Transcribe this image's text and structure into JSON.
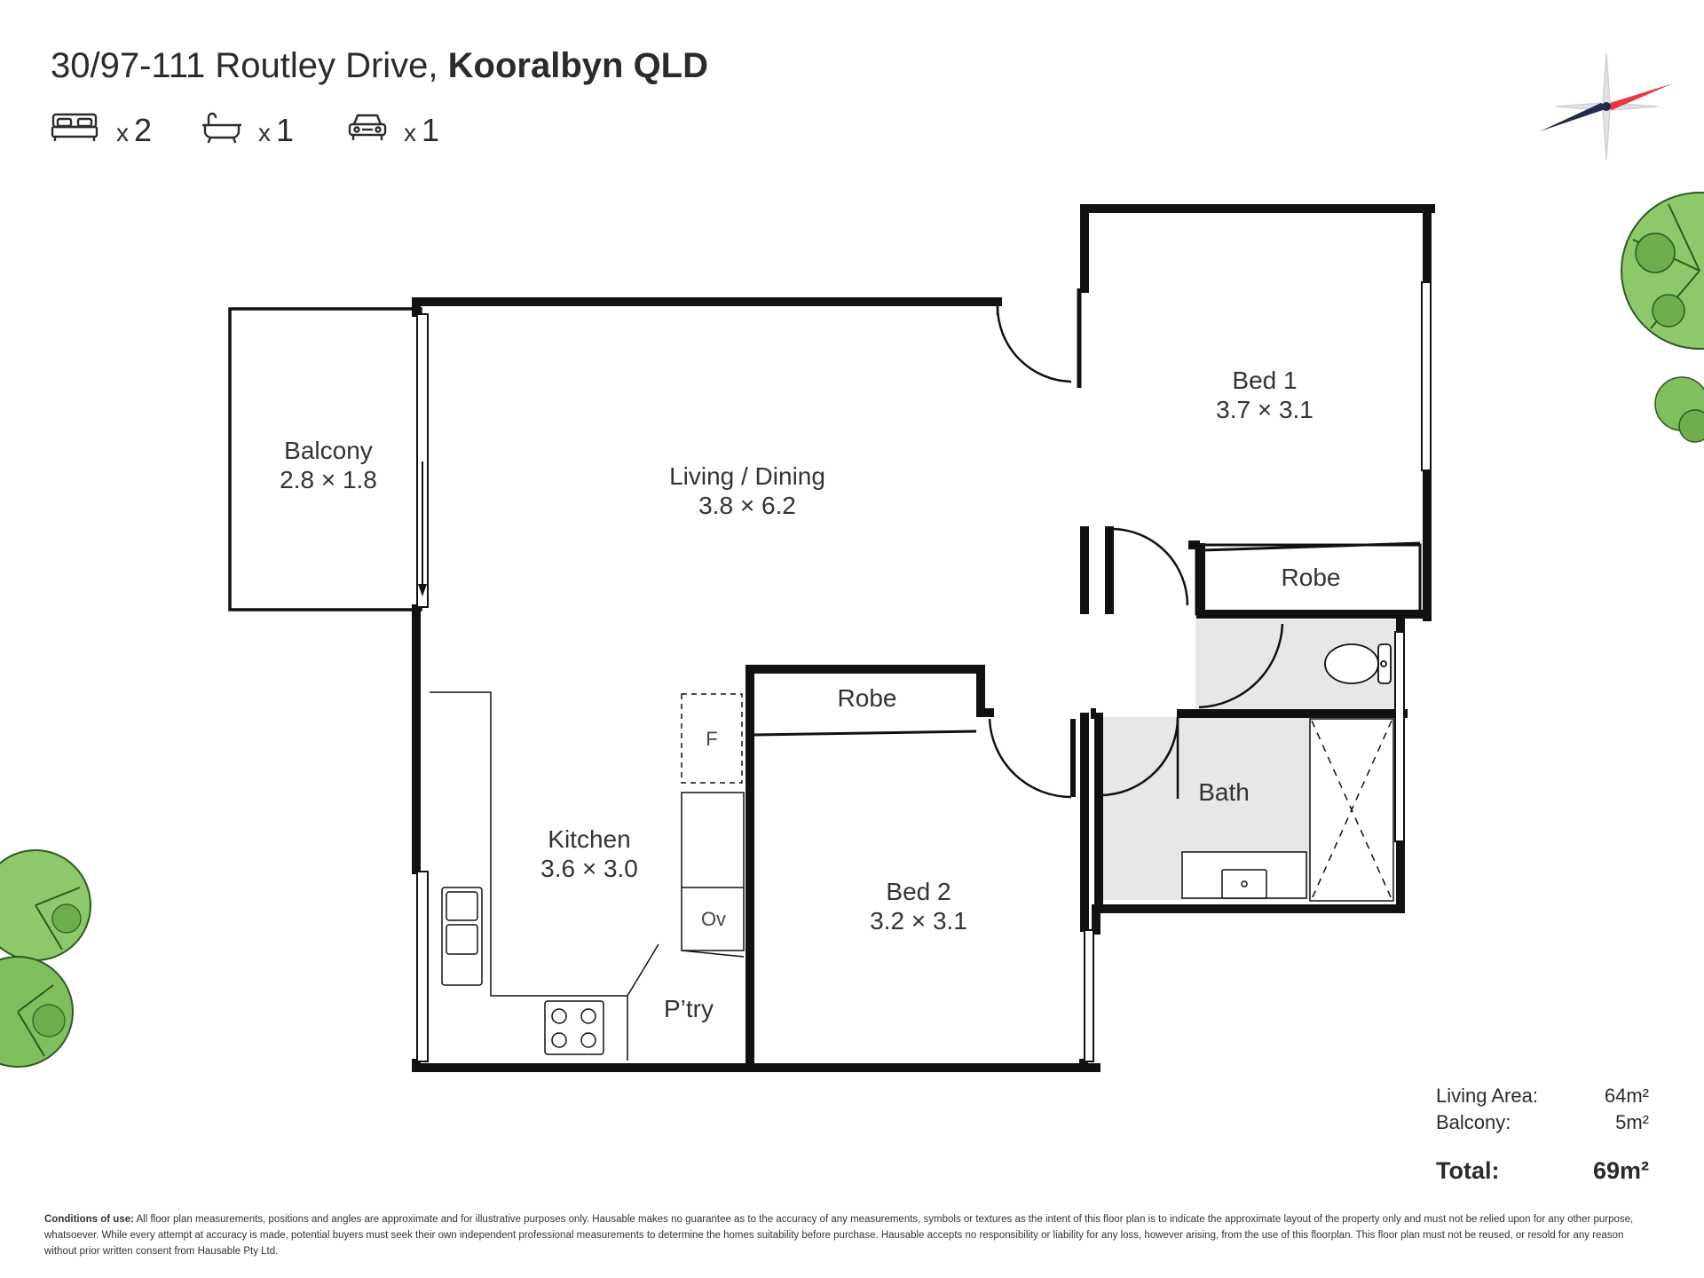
{
  "header": {
    "address_line": "30/97-111 Routley Drive,",
    "suburb": "Kooralbyn QLD"
  },
  "features": [
    {
      "icon": "bed-icon",
      "count": "2"
    },
    {
      "icon": "bath-icon",
      "count": "1"
    },
    {
      "icon": "car-icon",
      "count": "1"
    }
  ],
  "count_prefix": "x",
  "rooms": {
    "balcony": {
      "name": "Balcony",
      "dims": "2.8 × 1.8"
    },
    "living": {
      "name": "Living / Dining",
      "dims": "3.8 × 6.2"
    },
    "bed1": {
      "name": "Bed 1",
      "dims": "3.7 × 3.1"
    },
    "robe1": {
      "name": "Robe"
    },
    "robe2": {
      "name": "Robe"
    },
    "kitchen": {
      "name": "Kitchen",
      "dims": "3.6 × 3.0"
    },
    "bed2": {
      "name": "Bed 2",
      "dims": "3.2 × 3.1"
    },
    "bath": {
      "name": "Bath"
    },
    "pantry": {
      "name": "P’try"
    },
    "fridge": {
      "name": "F"
    },
    "oven": {
      "name": "Ov"
    }
  },
  "areas": {
    "living_label": "Living Area:",
    "living_value": "64m²",
    "balcony_label": "Balcony:",
    "balcony_value": "5m²",
    "total_label": "Total:",
    "total_value": "69m²"
  },
  "conditions": {
    "heading": "Conditions of use:",
    "text": "All floor plan measurements, positions and angles are approximate and for illustrative purposes only. Hausable makes no guarantee as to the accuracy of any measurements, symbols or textures as the intent of this floor plan is to indicate the approximate layout of the property only and must not be relied upon for any other purpose, whatsoever. While every attempt at accuracy is made, potential buyers must seek their own independent professional measurements to determine the homes suitability before purchase. Hausable accepts no responsibility or liability for any loss, however arising, from the use of this floorplan. This floor plan must not be reused, or resold for any reason without prior written consent from Hausable Pty Ltd."
  },
  "colors": {
    "wall": "#111111",
    "wet_area": "#e6e7e8",
    "compass_red": "#e8383d",
    "compass_navy": "#1f2d4a",
    "tree_green": "#7fbf5e"
  }
}
